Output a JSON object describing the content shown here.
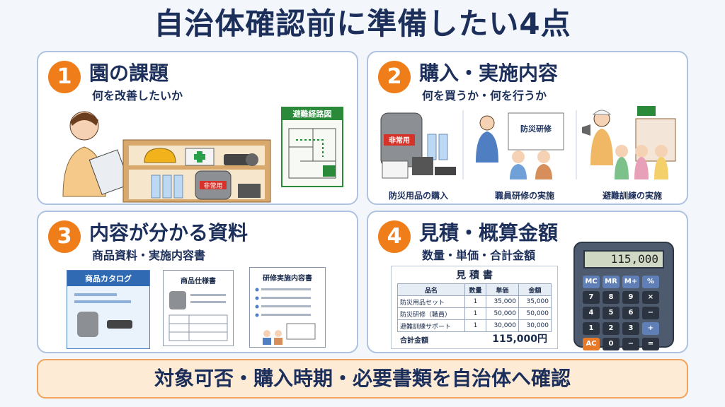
{
  "title": "自治体確認前に準備したい4点",
  "cards": [
    {
      "num": "1",
      "title": "園の課題",
      "sub": "何を改善したいか",
      "evac_map_label": "避難経路図",
      "bag_label": "非常用"
    },
    {
      "num": "2",
      "title": "購入・実施内容",
      "sub": "何を買うか・何を行うか",
      "bag_label": "非常用",
      "training_board": "防災研修",
      "captions": [
        "防災用品の購入",
        "職員研修の実施",
        "避難訓練の実施"
      ]
    },
    {
      "num": "3",
      "title": "内容が分かる資料",
      "sub": "商品資料・実施内容書",
      "docs": [
        "商品カタログ",
        "商品仕様書",
        "研修実施内容書"
      ]
    },
    {
      "num": "4",
      "title": "見積・概算金額",
      "sub": "数量・単価・合計金額",
      "quote": {
        "title": "見 積 書",
        "headers": [
          "品名",
          "数量",
          "単価",
          "金額"
        ],
        "rows": [
          [
            "防災用品セット",
            "1",
            "35,000",
            "35,000"
          ],
          [
            "防災研修（職員）",
            "1",
            "50,000",
            "50,000"
          ],
          [
            "避難訓練サポート",
            "1",
            "30,000",
            "30,000"
          ]
        ],
        "total_label": "合計金額",
        "total_value": "115,000円"
      },
      "calculator": {
        "display": "115,000",
        "keys": [
          "MC",
          "MR",
          "M+",
          "%",
          "7",
          "8",
          "9",
          "×",
          "4",
          "5",
          "6",
          "−",
          "1",
          "2",
          "3",
          "+",
          "AC",
          "0",
          "−",
          "="
        ]
      }
    }
  ],
  "footer": "対象可否・購入時期・必要書類を自治体へ確認",
  "colors": {
    "accent": "#ef7d1a",
    "navy": "#1c2f5a",
    "border": "#aec3e0",
    "footer_bg": "#fdebd6"
  }
}
